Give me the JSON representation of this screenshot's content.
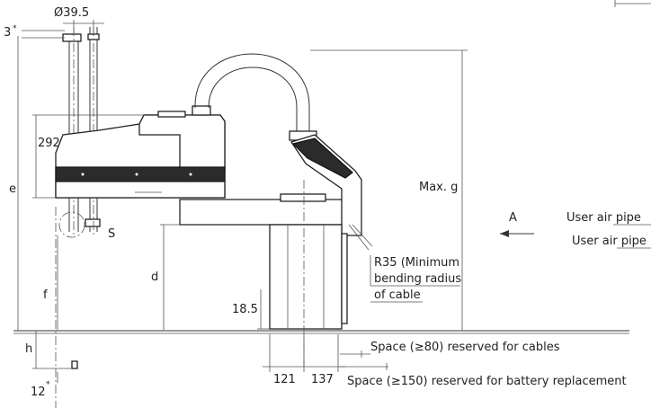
{
  "labels": {
    "dia": "Ø39.5",
    "d3": "3",
    "star": "*",
    "d292": "292",
    "e": "e",
    "f": "f",
    "h": "h",
    "d12": "12",
    "s": "S",
    "d": "d",
    "d18": "18.5",
    "d121": "121",
    "d137": "137",
    "maxg": "Max. g",
    "a": "A",
    "user1": "User air pipe",
    "user2": "User air pipe",
    "r35_1": "R35 (Minimum",
    "r35_2": "bending radius",
    "r35_3": "of cable",
    "space80": "Space (≥80) reserved for cables",
    "space150": "Space (≥150) reserved for battery replacement"
  }
}
